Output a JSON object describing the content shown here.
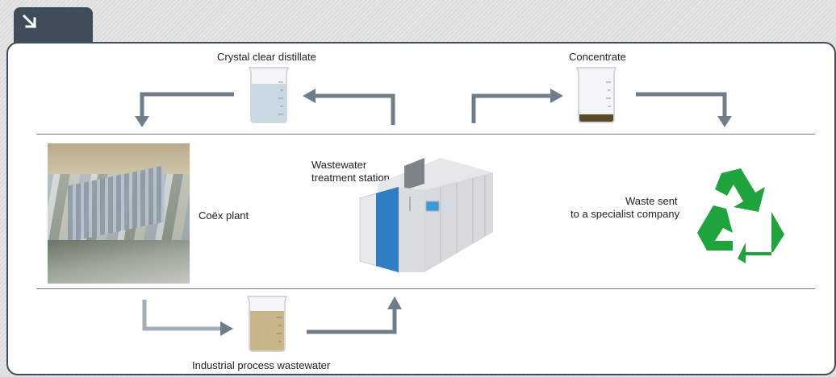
{
  "labels": {
    "distillate": "Crystal clear distillate",
    "concentrate": "Concentrate",
    "plant": "Coëx plant",
    "station_line1": "Wastewater",
    "station_line2": "treatment station",
    "waste_line1": "Waste sent",
    "waste_line2": "to a specialist company",
    "industrial": "Industrial process wastewater"
  },
  "icons": {
    "tab": "arrow-down-right-icon",
    "recycle": "recycle-icon"
  },
  "colors": {
    "tab": "#3f4c59",
    "arrow": "#6f7c89",
    "arrow_light": "#a3adb7",
    "recycle": "#1fa33c",
    "distillate_liquid": "#c9d9e2",
    "concentrate_liquid": "#5a4a2a",
    "wastewater_liquid": "#c7b68a",
    "station_blue": "#2f7ec4"
  }
}
